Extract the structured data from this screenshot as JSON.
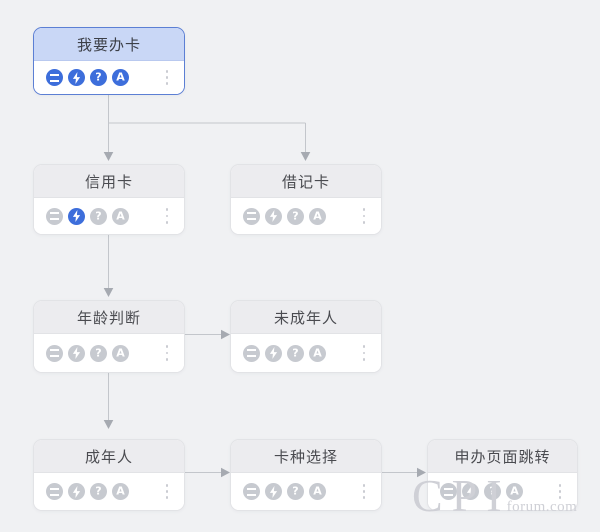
{
  "app": {
    "view": "dialog-flow-canvas"
  },
  "colors": {
    "canvas_bg": "#f0f1f3",
    "accent_blue": "#3d6edb",
    "selected_border": "#5c7fd4",
    "selected_header_bg": "#c9d7f6",
    "node_border": "#e2e3e6",
    "header_bg": "#ececef",
    "icon_gray": "#c7cad0",
    "connector": "#c3c6cb",
    "arrow": "#a6aab1",
    "header_text": "#4a4b50",
    "watermark": "#cfd0d6"
  },
  "icon_legend": [
    {
      "name": "list-icon",
      "glyph": "="
    },
    {
      "name": "lightning-icon",
      "glyph": "bolt"
    },
    {
      "name": "question-icon",
      "glyph": "?"
    },
    {
      "name": "letter-a-icon",
      "glyph": "A"
    }
  ],
  "nodes": [
    {
      "label": "我要办卡",
      "selected": true,
      "icons": [
        "active",
        "active",
        "active",
        "active"
      ]
    },
    {
      "label": "信用卡",
      "selected": false,
      "icons": [
        "inactive",
        "active",
        "inactive",
        "inactive"
      ]
    },
    {
      "label": "借记卡",
      "selected": false,
      "icons": [
        "inactive",
        "inactive",
        "inactive",
        "inactive"
      ]
    },
    {
      "label": "年龄判断",
      "selected": false,
      "icons": [
        "inactive",
        "inactive",
        "inactive",
        "inactive"
      ]
    },
    {
      "label": "未成年人",
      "selected": false,
      "icons": [
        "inactive",
        "inactive",
        "inactive",
        "inactive"
      ]
    },
    {
      "label": "成年人",
      "selected": false,
      "icons": [
        "inactive",
        "inactive",
        "inactive",
        "inactive"
      ]
    },
    {
      "label": "卡种选择",
      "selected": false,
      "icons": [
        "inactive",
        "inactive",
        "inactive",
        "inactive"
      ]
    },
    {
      "label": "申办页面跳转",
      "selected": false,
      "icons": [
        "inactive",
        "inactive",
        "inactive",
        "inactive"
      ]
    }
  ],
  "edges": [
    {
      "from": "我要办卡",
      "to": "信用卡"
    },
    {
      "from": "我要办卡",
      "to": "借记卡"
    },
    {
      "from": "信用卡",
      "to": "年龄判断"
    },
    {
      "from": "年龄判断",
      "to": "未成年人"
    },
    {
      "from": "年龄判断",
      "to": "成年人"
    },
    {
      "from": "成年人",
      "to": "卡种选择"
    },
    {
      "from": "卡种选择",
      "to": "申办页面跳转"
    }
  ],
  "watermark": {
    "big": "CPI",
    "small": "forum.com"
  }
}
